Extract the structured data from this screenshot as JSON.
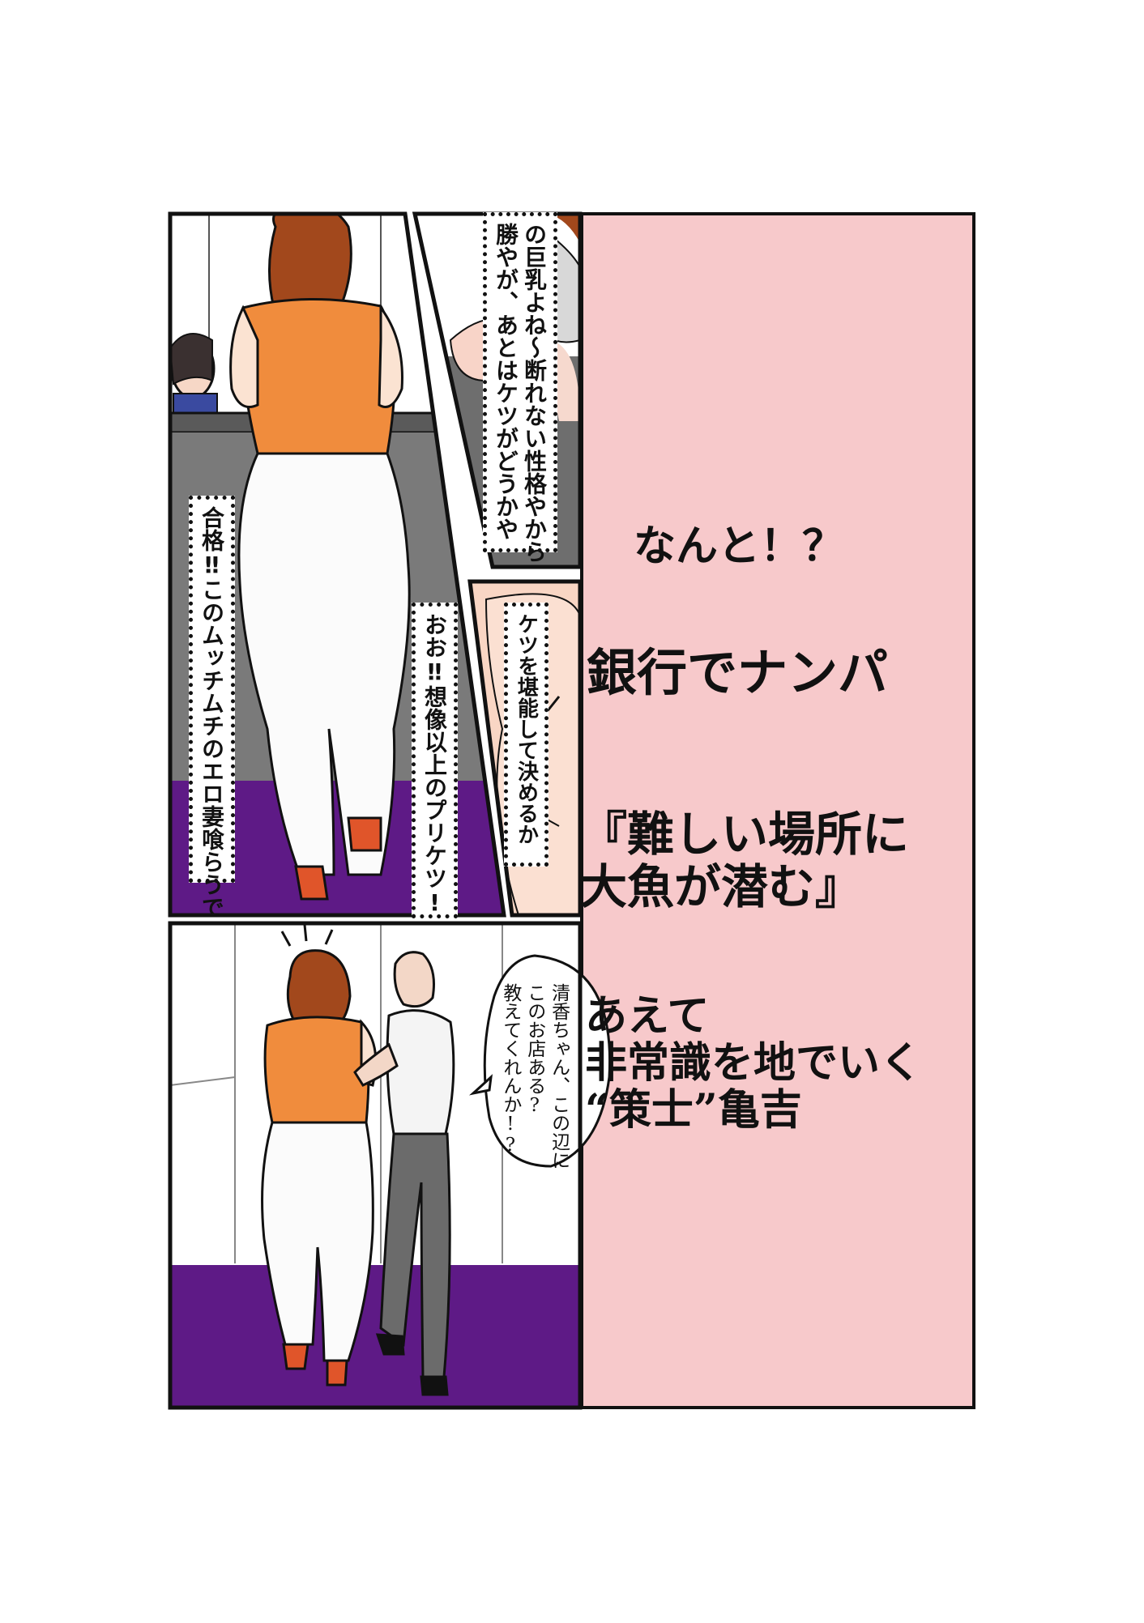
{
  "panels": {
    "top_left": {
      "caption_1": "合格‼このムッチムチのエロ妻喰らうで",
      "caption_2": "おお‼想像以上のプリケツ!"
    },
    "top_right": {
      "caption": "の巨乳よね～断れない性格やから\n勝やが、あとはケツがどうかや"
    },
    "middle_right": {
      "caption": "ケツを堪能して決めるか"
    },
    "bottom_left": {
      "speech": "清香ちゃん、この辺に\nこのお店ある?\n教えてくれんか!?"
    },
    "pink_panel": {
      "line_1": "なんと！？",
      "line_2": "銀行でナンパ",
      "line_3": "『難しい場所に\n大魚が潜む』",
      "line_4": "あえて\n非常識を地でいく\n“策士”亀吉"
    }
  },
  "colors": {
    "panel_border": "#111111",
    "pink": "#f7c9cb",
    "purple_floor": "#5e1a86",
    "counter_gray": "#7a7a7a",
    "orange_top": "#f08c3d",
    "hair_brown": "#a2481c",
    "white_pants": "#fbfbfb"
  }
}
